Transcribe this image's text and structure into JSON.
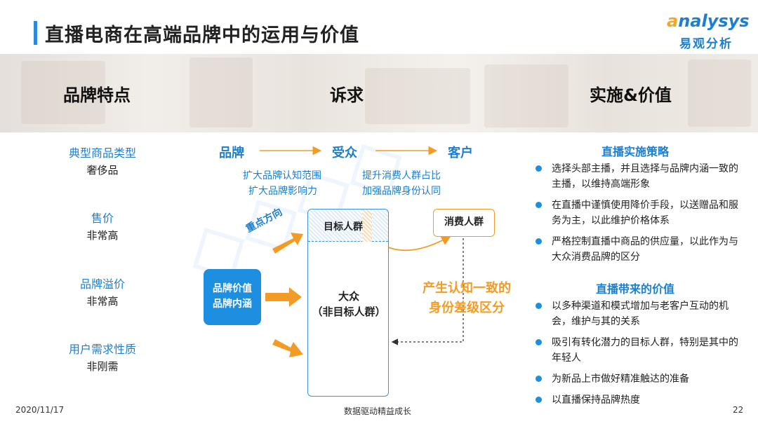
{
  "header": {
    "title": "直播电商在高端品牌中的运用与价值",
    "logo_en": "nalysys",
    "logo_en_a": "a",
    "logo_cn": "易观分析"
  },
  "banner": {
    "col1": "品牌特点",
    "col2": "诉求",
    "col3": "实施&价值"
  },
  "left": [
    {
      "label": "典型商品类型",
      "value": "奢侈品"
    },
    {
      "label": "售价",
      "value": "非常高"
    },
    {
      "label": "品牌溢价",
      "value": "非常高"
    },
    {
      "label": "用户需求性质",
      "value": "非刚需"
    }
  ],
  "flow": {
    "brand": "品牌",
    "audience": "受众",
    "customer": "客户",
    "brand_goals": [
      "扩大品牌认知范围",
      "扩大品牌影响力"
    ],
    "customer_goals": [
      "提升消费人群占比",
      "加强品牌身份认同"
    ]
  },
  "diagram": {
    "target_group": "目标人群",
    "mass_line1": "大众",
    "mass_line2": "（非目标人群）",
    "consumer_group": "消费人群",
    "value_line1": "品牌价值",
    "value_line2": "品牌内涵",
    "focus_direction": "重点方向",
    "generate_line1": "产生认知一致的",
    "generate_line2": "身份差级区分"
  },
  "right": {
    "strategy_title": "直播实施策略",
    "strategy_items": [
      "选择头部主播，并且选择与品牌内涵一致的主播，以维持高端形象",
      "在直播中谨慎使用降价手段，以送赠品和服务为主，以此维护价格体系",
      "严格控制直播中商品的供应量，以此作为与大众消费品牌的区分"
    ],
    "value_title": "直播带来的价值",
    "value_items": [
      "以多种渠道和模式增加与老客户互动的机会，维护与其的关系",
      "吸引有转化潜力的目标人群，特别是其中的年轻人",
      "为新品上市做好精准触达的准备",
      "以直播保持品牌热度"
    ]
  },
  "footer": {
    "date": "2020/11/17",
    "center": "数据驱动精益成长",
    "page": "22"
  },
  "colors": {
    "primary_blue": "#1d7fd0",
    "accent_orange": "#f39c25"
  }
}
